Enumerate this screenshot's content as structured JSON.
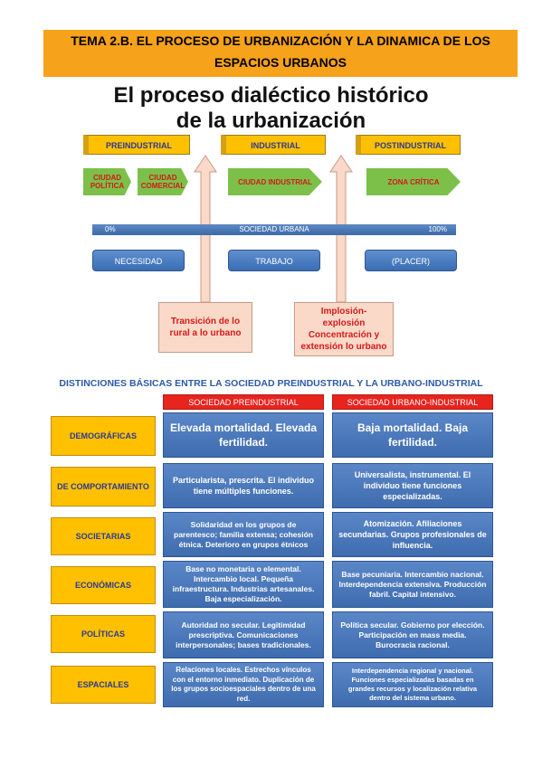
{
  "header": {
    "line1": "TEMA 2.B. EL PROCESO DE URBANIZACIÓN Y LA DINAMICA DE LOS",
    "line2": "ESPACIOS URBANOS"
  },
  "title": {
    "line1": "El proceso dialéctico histórico",
    "line2": "de la urbanización"
  },
  "stages": [
    {
      "label": "PREINDUSTRIAL"
    },
    {
      "label": "INDUSTRIAL"
    },
    {
      "label": "POSTINDUSTRIAL"
    }
  ],
  "cities": {
    "ciudad_politica": "CIUDAD POLÍTICA",
    "ciudad_comercial": "CIUDAD COMERCIAL",
    "ciudad_industrial": "CIUDAD INDUSTRIAL",
    "zona_critica": "ZONA CRÍTICA"
  },
  "bar": {
    "left": "0%",
    "center": "SOCIEDAD URBANA",
    "right": "100%"
  },
  "needs": [
    "NECESIDAD",
    "TRABAJO",
    "(PLACER)"
  ],
  "notes": {
    "left": "Transición de lo rural a lo urbano",
    "right": "Implosión-explosión Concentración y extensión lo urbano"
  },
  "table": {
    "title": "DISTINCIONES BÁSICAS ENTRE LA SOCIEDAD PREINDUSTRIAL Y LA URBANO-INDUSTRIAL",
    "col1": "SOCIEDAD PREINDUSTRIAL",
    "col2": "SOCIEDAD URBANO-INDUSTRIAL",
    "rows": [
      {
        "label": "DEMOGRÁFICAS",
        "pre": "Elevada mortalidad. Elevada fertilidad.",
        "urb": "Baja mortalidad. Baja fertilidad."
      },
      {
        "label": "DE COMPORTAMIENTO",
        "pre": "Particularista, prescrita. El individuo tiene múltiples funciones.",
        "urb": "Universalista, instrumental. El individuo tiene funciones especializadas."
      },
      {
        "label": "SOCIETARIAS",
        "pre": "Solidaridad en los grupos de parentesco; familia extensa; cohesión étnica. Deterioro en grupos étnicos",
        "urb": "Atomización. Afiliaciones secundarias. Grupos profesionales de influencia."
      },
      {
        "label": "ECONÓMICAS",
        "pre": "Base no monetaria o elemental. Intercambio local. Pequeña infraestructura. Industrias artesanales. Baja especialización.",
        "urb": "Base pecuniaria. Intercambio nacional. Interdependencia extensiva. Producción fabril. Capital intensivo."
      },
      {
        "label": "POLÍTICAS",
        "pre": "Autoridad no secular. Legitimidad prescriptiva. Comunicaciones interpersonales; bases tradicionales.",
        "urb": "Política secular. Gobierno por elección. Participación en mass media. Burocracia racional."
      },
      {
        "label": "ESPACIALES",
        "pre": "Relaciones locales. Estrechos vínculos con el entorno inmediato. Duplicación de los grupos socioespaciales dentro de una red.",
        "urb": "Interdependencia regional y nacional. Funciones especializadas basadas en grandes recursos y localización relativa dentro del sistema urbano."
      }
    ]
  },
  "colors": {
    "orange": "#f7a21b",
    "scroll": "#ffc000",
    "blue": "#4a7bbf",
    "red": "#e8241f",
    "green": "#7cc04a",
    "pink": "#fad9c8"
  }
}
